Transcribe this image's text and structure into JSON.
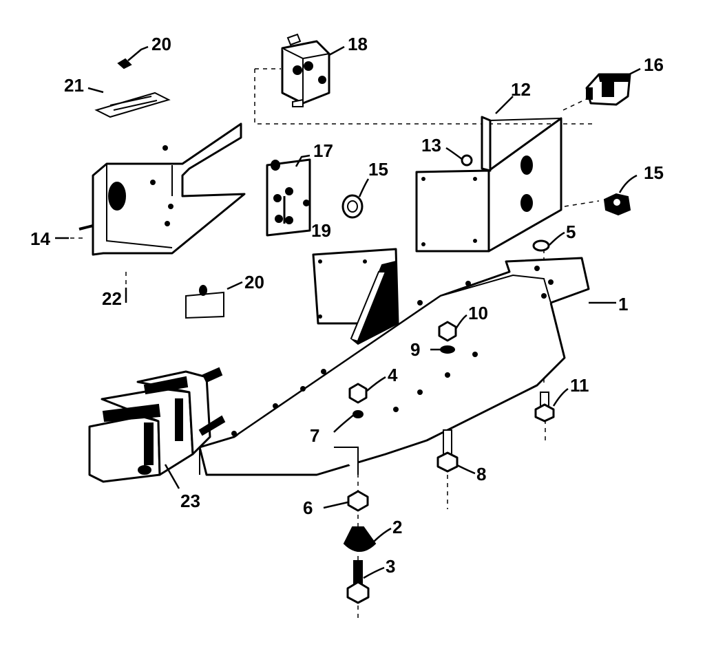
{
  "diagram": {
    "callouts": [
      {
        "id": "c1",
        "label": "1"
      },
      {
        "id": "c2",
        "label": "2"
      },
      {
        "id": "c3",
        "label": "3"
      },
      {
        "id": "c4",
        "label": "4"
      },
      {
        "id": "c5",
        "label": "5"
      },
      {
        "id": "c6",
        "label": "6"
      },
      {
        "id": "c7",
        "label": "7"
      },
      {
        "id": "c8",
        "label": "8"
      },
      {
        "id": "c9",
        "label": "9"
      },
      {
        "id": "c10",
        "label": "10"
      },
      {
        "id": "c11",
        "label": "11"
      },
      {
        "id": "c12",
        "label": "12"
      },
      {
        "id": "c13",
        "label": "13"
      },
      {
        "id": "c14",
        "label": "14"
      },
      {
        "id": "c15a",
        "label": "15"
      },
      {
        "id": "c15b",
        "label": "15"
      },
      {
        "id": "c16",
        "label": "16"
      },
      {
        "id": "c17",
        "label": "17"
      },
      {
        "id": "c18",
        "label": "18"
      },
      {
        "id": "c19",
        "label": "19"
      },
      {
        "id": "c20a",
        "label": "20"
      },
      {
        "id": "c20b",
        "label": "20"
      },
      {
        "id": "c21",
        "label": "21"
      },
      {
        "id": "c22",
        "label": "22"
      },
      {
        "id": "c23",
        "label": "23"
      }
    ]
  }
}
